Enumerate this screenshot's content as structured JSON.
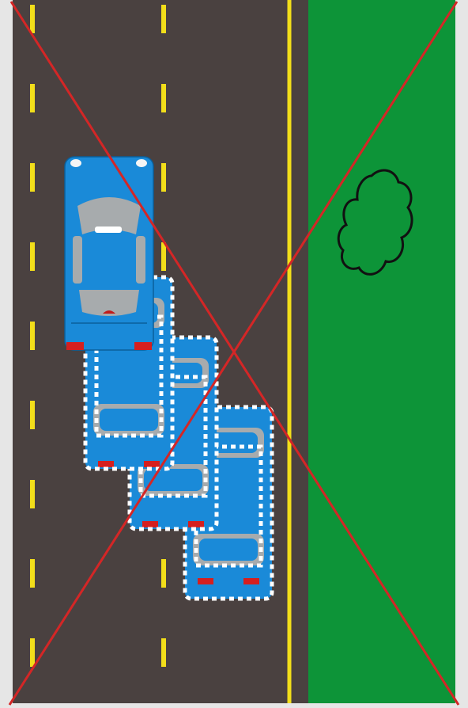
{
  "scene": {
    "title": "",
    "road": {
      "asphalt_color": "#4a4140",
      "lane_line_color": "#f2de1a",
      "lane_line_style": "dashed",
      "edge_line_color": "#f2de1a",
      "edge_line_style": "solid"
    },
    "grass": {
      "color": "#0d9438",
      "bush_outline_color": "#111111"
    },
    "car": {
      "body_color": "#1a8ad8",
      "glass_color": "#a7abad",
      "tail_light_color": "#d51f1f",
      "ghost_outline": "white-dotted",
      "ghost_count": 3
    },
    "overlay": {
      "cross_color": "#d42626",
      "meaning": "crossed-out"
    }
  }
}
